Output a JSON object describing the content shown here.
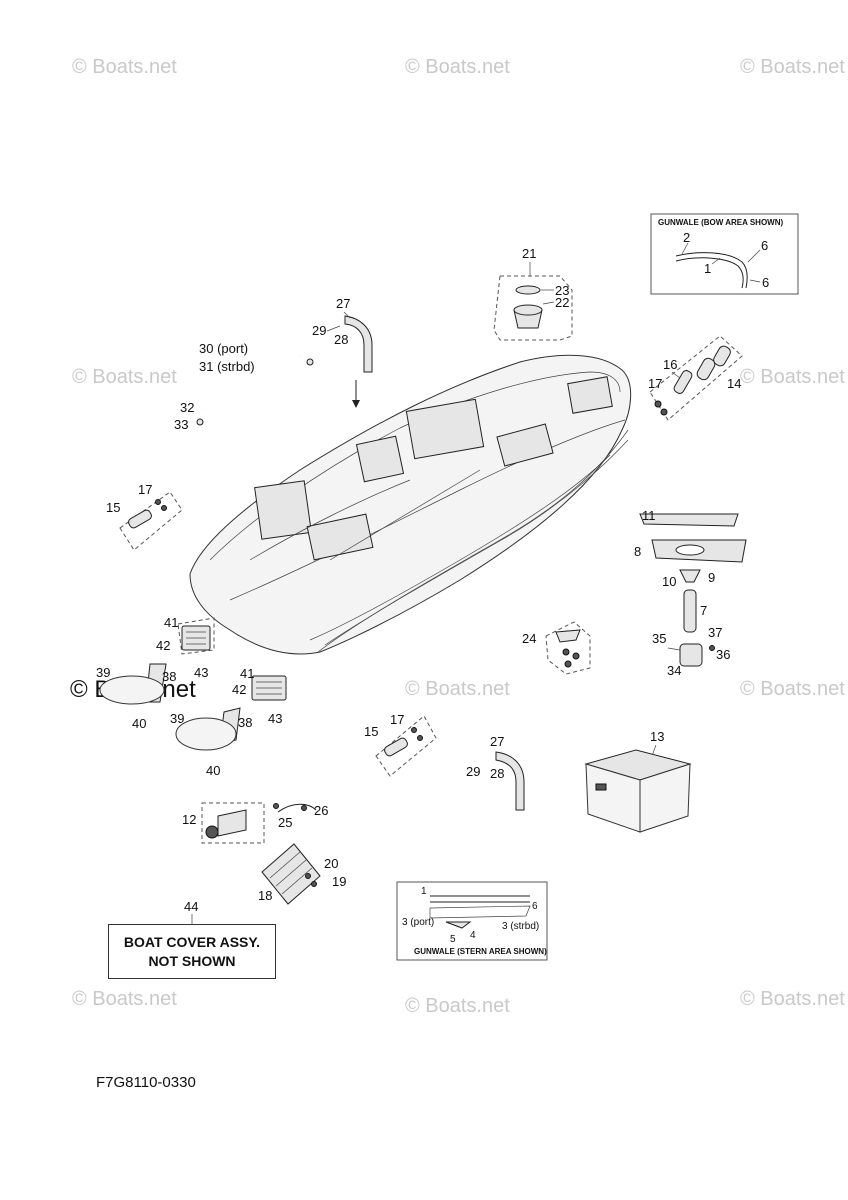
{
  "watermark": "© Boats.net",
  "diagram_code": "F7G8110-0330",
  "cover_box": {
    "callout": "44",
    "line1": "BOAT COVER ASSY.",
    "line2": "NOT SHOWN"
  },
  "inset_bow": {
    "title": "GUNWALE (BOW AREA SHOWN)",
    "c2": "2",
    "c1": "1",
    "c6a": "6",
    "c6b": "6"
  },
  "inset_stern": {
    "title": "GUNWALE (STERN AREA SHOWN)",
    "c1": "1",
    "c6": "6",
    "c3port": "3 (port)",
    "c3strbd": "3 (strbd)",
    "c5": "5",
    "c4": "4"
  },
  "callouts": {
    "c21": "21",
    "c23": "23",
    "c22": "22",
    "c27a": "27",
    "c29a": "29",
    "c28a": "28",
    "c30": "30 (port)",
    "c31": "31 (strbd)",
    "c32": "32",
    "c33": "33",
    "c16": "16",
    "c17a": "17",
    "c14": "14",
    "c15a": "15",
    "c17b": "17",
    "c11": "11",
    "c8": "8",
    "c10": "10",
    "c9": "9",
    "c7": "7",
    "c35": "35",
    "c37": "37",
    "c36": "36",
    "c34": "34",
    "c24": "24",
    "c41a": "41",
    "c42a": "42",
    "c43a": "43",
    "c38a": "38",
    "c39a": "39",
    "c40a": "40",
    "c41b": "41",
    "c42b": "42",
    "c43b": "43",
    "c38b": "38",
    "c39b": "39",
    "c40b": "40",
    "c15b": "15",
    "c17c": "17",
    "c27b": "27",
    "c29b": "29",
    "c28b": "28",
    "c13": "13",
    "c12": "12",
    "c25": "25",
    "c26": "26",
    "c20": "20",
    "c19": "19",
    "c18": "18"
  }
}
